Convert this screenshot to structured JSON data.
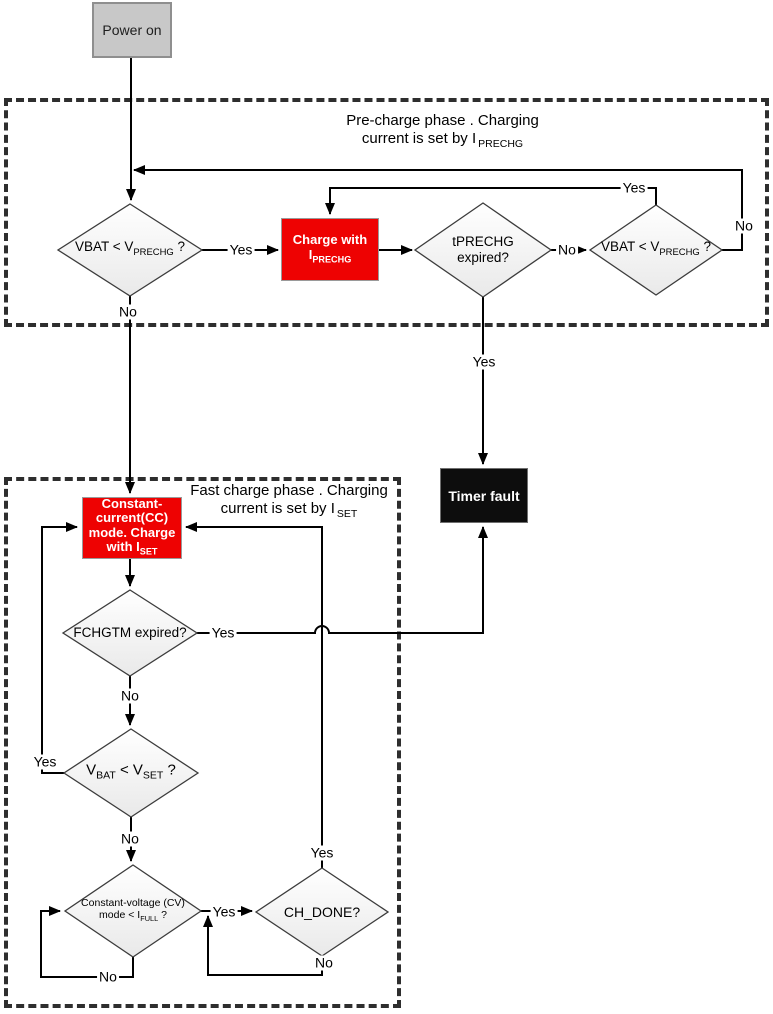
{
  "colors": {
    "process_red": "#ee0202",
    "terminal_gray": "#c8c8c8",
    "fault_black": "#0d0d0d",
    "line_black": "#000000",
    "dashed_border": "#2e2e2e"
  },
  "power_on": {
    "label": "Power on"
  },
  "precharge": {
    "title_line1": "Pre-charge phase . Charging",
    "title_line2": "current is set by I",
    "title_sub": "PRECHG"
  },
  "fastcharge": {
    "title_line1": "Fast charge phase . Charging",
    "title_line2": "current is set by I",
    "title_sub": "SET"
  },
  "decisions": {
    "vbat_precharg_1": {
      "pre": "VBAT < V",
      "sub": "PRECHG",
      "post": " ?"
    },
    "tprechg": {
      "line1": "tPRECHG",
      "line2": "expired?"
    },
    "vbat_precharg_2": {
      "pre": "VBAT < V",
      "sub": "PRECHG",
      "post": " ?"
    },
    "fchgtm": {
      "label": "FCHGTM expired?"
    },
    "vbat_vset": {
      "pre": "V",
      "sub1": "BAT",
      "mid": " < V",
      "sub2": "SET",
      "post": " ?"
    },
    "cv_mode": {
      "line1": "Constant-voltage (CV)",
      "line2_pre": "mode < I",
      "line2_sub": "FULL",
      "line2_post": " ?"
    },
    "ch_done": {
      "label": "CH_DONE?"
    }
  },
  "processes": {
    "charge_prechg": {
      "line1": "Charge with",
      "line2_pre": "I",
      "line2_sub": "PRECHG"
    },
    "cc_mode": {
      "line1": "Constant-",
      "line2": "current(CC)",
      "line3": "mode. Charge",
      "line4_pre": "with I",
      "line4_sub": "SET"
    },
    "timer_fault": {
      "label": "Timer fault"
    }
  },
  "edge_labels": {
    "vbat1_yes": "Yes",
    "vbat1_no": "No",
    "tprechg_no": "No",
    "tprechg_yes": "Yes",
    "vbat2_yes": "Yes",
    "vbat2_no": "No",
    "fchgtm_yes": "Yes",
    "fchgtm_no": "No",
    "vset_yes": "Yes",
    "vset_no": "No",
    "cv_yes": "Yes",
    "cv_no": "No",
    "chdone_yes": "Yes",
    "chdone_no": "No"
  }
}
